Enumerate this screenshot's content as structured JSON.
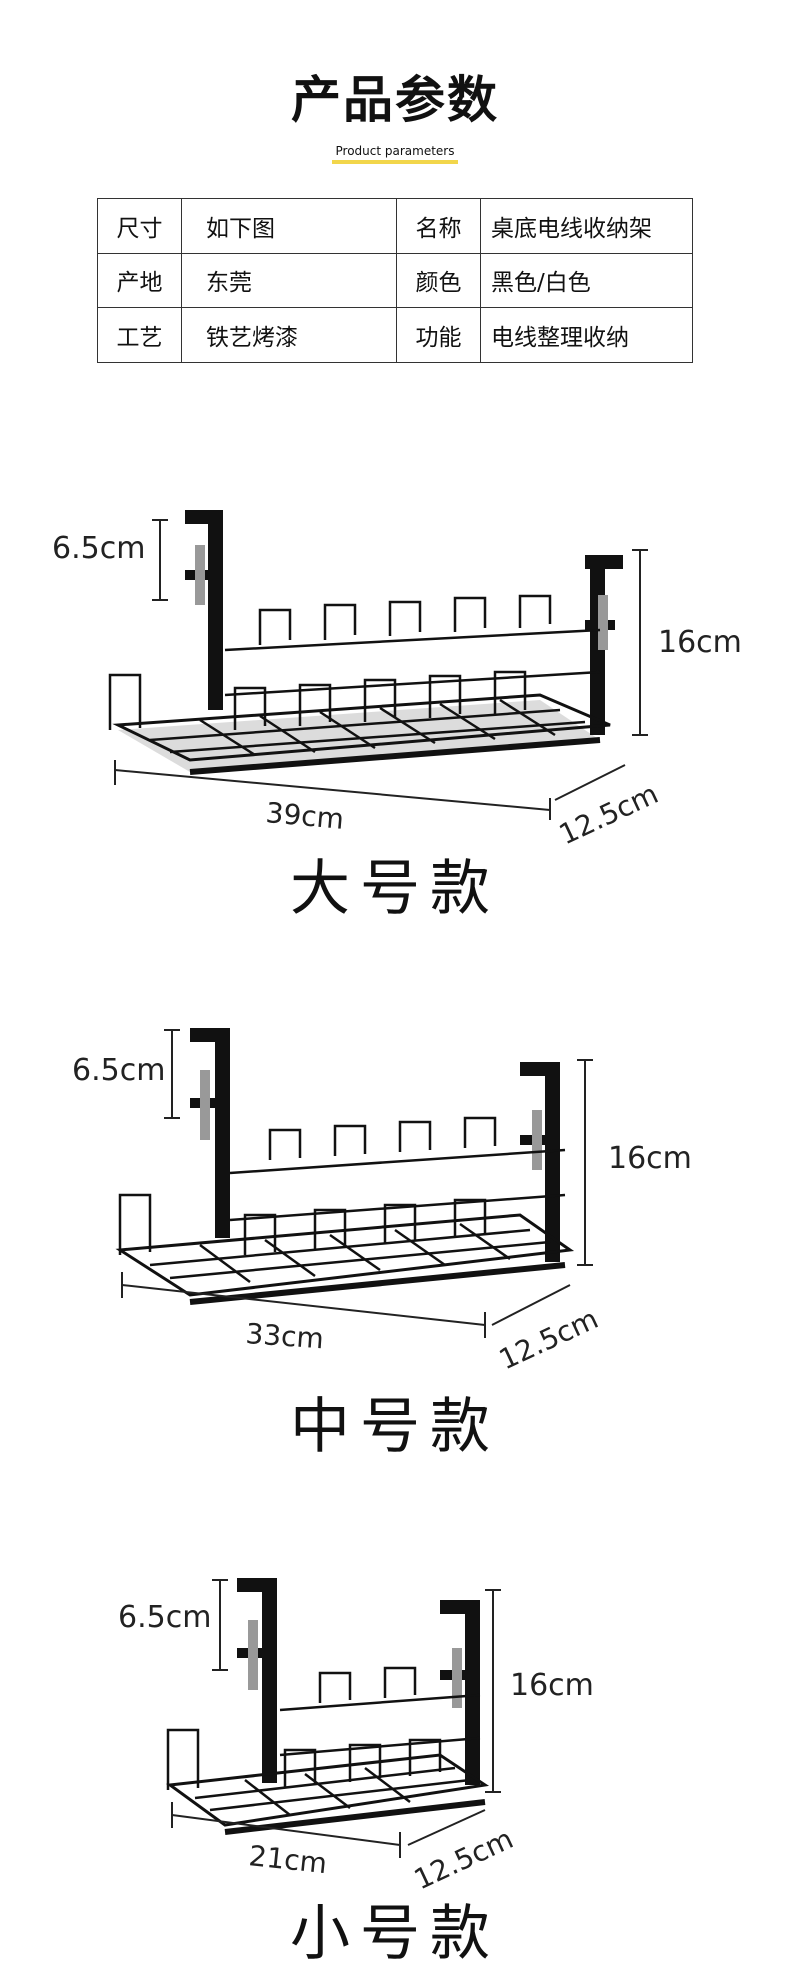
{
  "header": {
    "title": "产品参数",
    "subtitle": "Product parameters"
  },
  "params": [
    {
      "k1": "尺寸",
      "v1": "如下图",
      "k2": "名称",
      "v2": "桌底电线收纳架"
    },
    {
      "k1": "产地",
      "v1": "东莞",
      "k2": "颜色",
      "v2": "黑色/白色"
    },
    {
      "k1": "工艺",
      "v1": "铁艺烤漆",
      "k2": "功能",
      "v2": "电线整理收纳"
    }
  ],
  "products": [
    {
      "label": "大号款",
      "length": "39cm",
      "depth": "12.5cm",
      "height": "16cm",
      "clamp": "6.5cm"
    },
    {
      "label": "中号款",
      "length": "33cm",
      "depth": "12.5cm",
      "height": "16cm",
      "clamp": "6.5cm"
    },
    {
      "label": "小号款",
      "length": "21cm",
      "depth": "12.5cm",
      "height": "16cm",
      "clamp": "6.5cm"
    }
  ]
}
